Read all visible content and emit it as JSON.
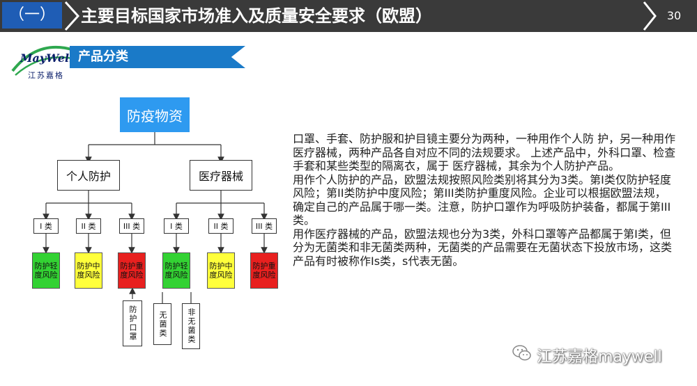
{
  "header": {
    "section_tag": "（一）",
    "title": "主要目标国家市场准入及质量安全要求（欧盟）",
    "page_number": "30"
  },
  "section": {
    "label": "产品分类"
  },
  "logo": {
    "text": "MayWell",
    "subtext": "江苏嘉格"
  },
  "diagram": {
    "root": "防疫物资",
    "branches": [
      {
        "label": "个人防护",
        "classes": [
          "I 类",
          "II 类",
          "III 类"
        ],
        "risks": [
          "防护轻度风险",
          "防护中度风险",
          "防护重度风险"
        ]
      },
      {
        "label": "医疗器械",
        "classes": [
          "I 类",
          "II 类",
          "III 类"
        ],
        "risks": [
          "防护轻度风险",
          "防护中度风险",
          "防护重度风险"
        ]
      }
    ],
    "risk_colors": [
      "#33d233",
      "#ffff3b",
      "#e8201f"
    ],
    "notes": [
      "防护口罩",
      "无菌类",
      "非无菌类"
    ]
  },
  "body": {
    "paragraphs": [
      "口罩、手套、防护服和护目镜主要分为两种，一种用作个人防 护，另一种用作医疗器械，两种产品各自对应不同的法规要求。 上述产品中，外科口罩、检查手套和某些类型的隔离衣，属于 医疗器械，其余为个人防护产品。",
      "用作个人防护的产品，欧盟法规按照风险类别将其分为3类。第I类仅防护轻度风险；第II类防护中度风险；第III类防护重度风险。企业可以根据欧盟法规，确定自己的产品属于哪一类。注意，防护口罩作为呼吸防护装备，都属于第III类。",
      "用作医疗器械的产品，欧盟法规也分为3类，外科口罩等产品都属于第I类，但分为无菌类和非无菌类两种，无菌类的产品需要在无菌状态下投放市场，这类产品有时被称作Is类，s代表无菌。"
    ]
  },
  "watermark": {
    "text": "江苏嘉格maywell",
    "icon": "wechat-icon"
  }
}
